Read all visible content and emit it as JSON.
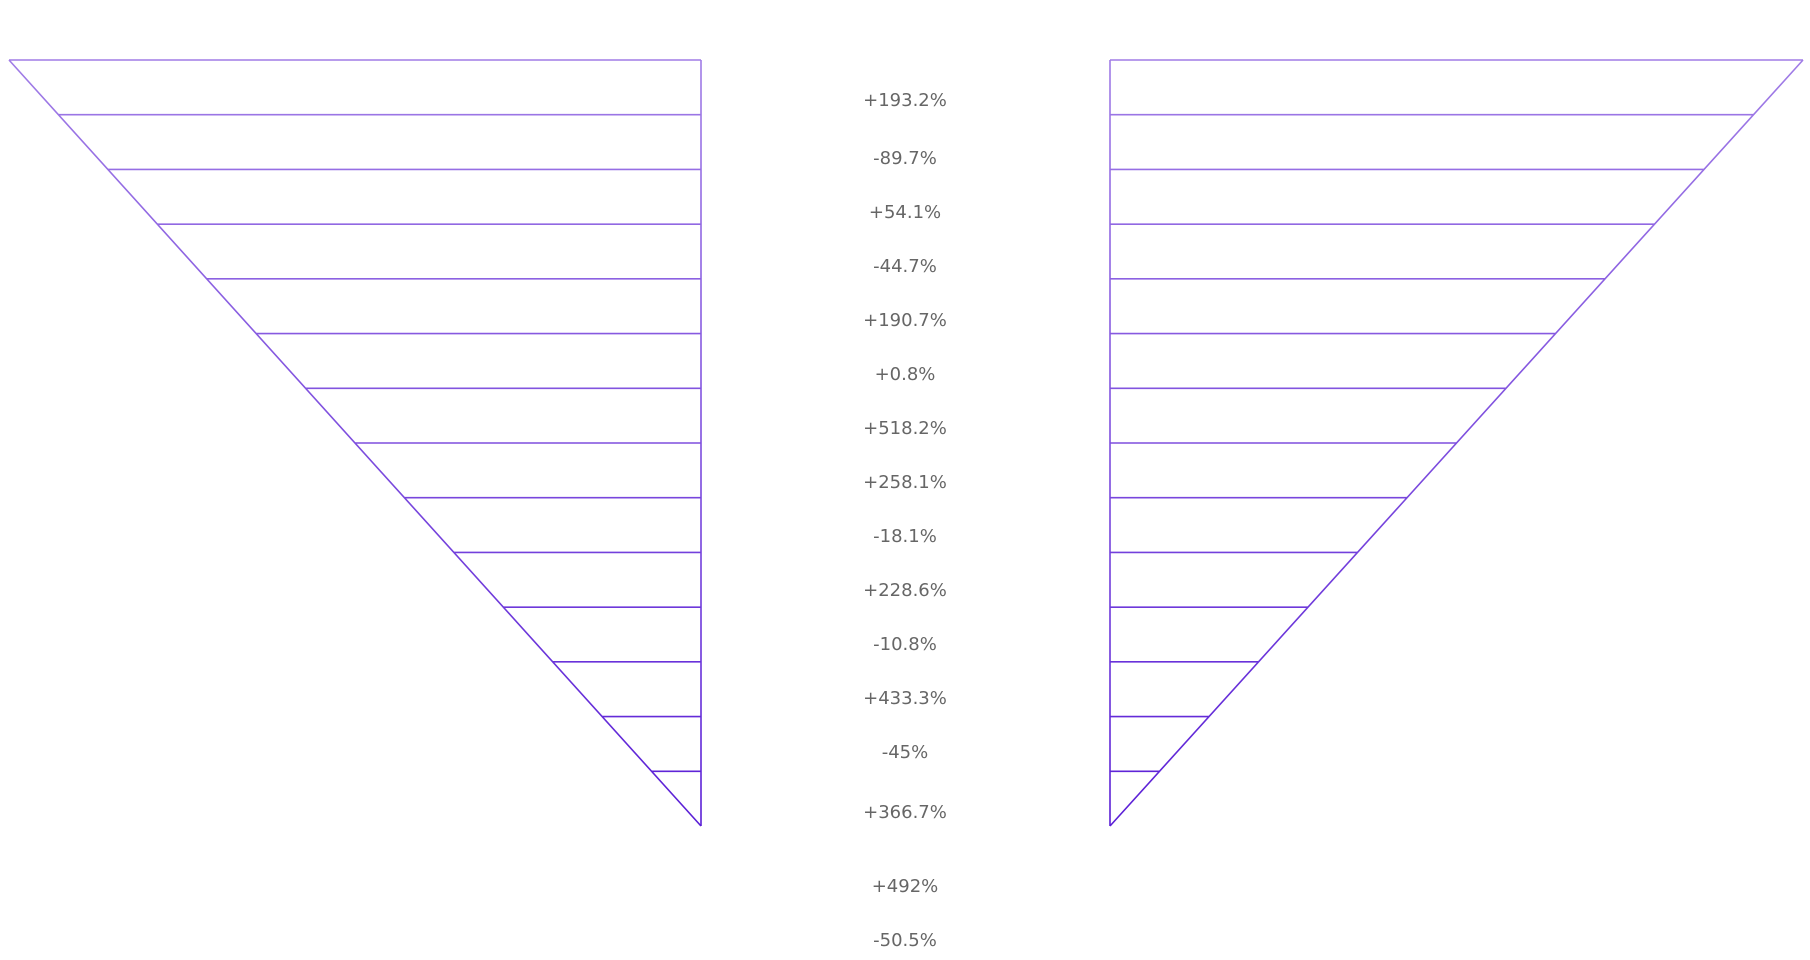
{
  "chart_data": {
    "type": "bar",
    "layout": "mirrored-triangles",
    "title": "",
    "labels": [
      "+193.2%",
      "-89.7%",
      "+54.1%",
      "-44.7%",
      "+190.7%",
      "+0.8%",
      "+518.2%",
      "+258.1%",
      "-18.1%",
      "+228.6%",
      "-10.8%",
      "+433.3%",
      "-45%",
      "+366.7%",
      "+492%",
      "-50.5%"
    ],
    "values": [
      193.2,
      -89.7,
      54.1,
      -44.7,
      190.7,
      0.8,
      518.2,
      258.1,
      -18.1,
      228.6,
      -10.8,
      433.3,
      -45,
      366.7,
      492,
      -50.5
    ],
    "grid": false,
    "legend": "none"
  },
  "colors": {
    "line_top": "#a07ce6",
    "line_bottom": "#5a1ed6",
    "label": "#666666"
  }
}
